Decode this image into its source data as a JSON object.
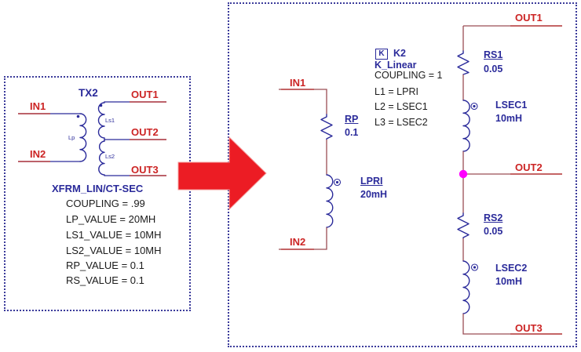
{
  "colors": {
    "navy": "#2a2a9a",
    "red_label": "#cc2424",
    "wire_right": "#9a4d55",
    "wire_red_segment": "#b84040",
    "black_text": "#1b1b1b",
    "junction_magenta": "#ff00ff",
    "arrow_red": "#ec1c24",
    "border_dots": "#3a3a9a"
  },
  "left_panel": {
    "ref_designator": "TX2",
    "pin_labels": {
      "in1": "IN1",
      "in2": "IN2",
      "out1": "OUT1",
      "out2": "OUT2",
      "out3": "OUT3"
    },
    "winding_labels": {
      "primary": "Lp",
      "secondary1": "Ls1",
      "secondary2": "Ls2"
    },
    "part_name": "XFRM_LIN/CT-SEC",
    "parameters": [
      "COUPLING = .99",
      "LP_VALUE = 20MH",
      "LS1_VALUE = 10MH",
      "LS2_VALUE = 10MH",
      "RP_VALUE = 0.1",
      "RS_VALUE = 0.1"
    ]
  },
  "right_panel": {
    "net_labels": {
      "in1": "IN1",
      "in2": "IN2",
      "out1": "OUT1",
      "out2": "OUT2",
      "out3": "OUT3"
    },
    "coupling_block": {
      "symbol": "K",
      "ref": "K2",
      "part_name": "K_Linear",
      "coupling": "COUPLING = 1",
      "l1": "L1 = LPRI",
      "l2": "L2 = LSEC1",
      "l3": "L3 = LSEC2"
    },
    "rp": {
      "ref": "RP",
      "value": "0.1"
    },
    "lpri": {
      "ref": "LPRI",
      "value": "20mH"
    },
    "rs1": {
      "ref": "RS1",
      "value": "0.05"
    },
    "lsec1": {
      "ref": "LSEC1",
      "value": "10mH"
    },
    "rs2": {
      "ref": "RS2",
      "value": "0.05"
    },
    "lsec2": {
      "ref": "LSEC2",
      "value": "10mH"
    }
  }
}
